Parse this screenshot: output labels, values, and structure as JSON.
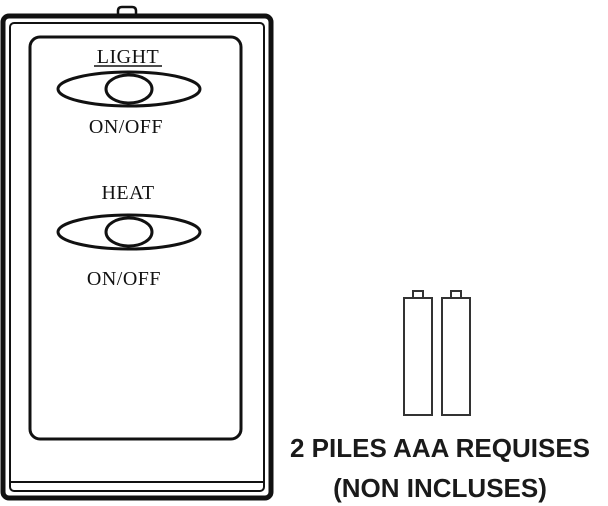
{
  "remote": {
    "light": {
      "title": "LIGHT",
      "state_label": "ON/OFF"
    },
    "heat": {
      "title": "HEAT",
      "state_label": "ON/OFF"
    }
  },
  "batteries": {
    "count": 2,
    "caption_line1": "2 PILES AAA REQUISES",
    "caption_line2": "(NON INCLUSES)"
  },
  "colors": {
    "line": "#111111",
    "battery_line": "#333333",
    "background": "#ffffff"
  },
  "icons": [
    "remote-control",
    "light-toggle-button",
    "heat-toggle-button",
    "aaa-battery-icon"
  ]
}
